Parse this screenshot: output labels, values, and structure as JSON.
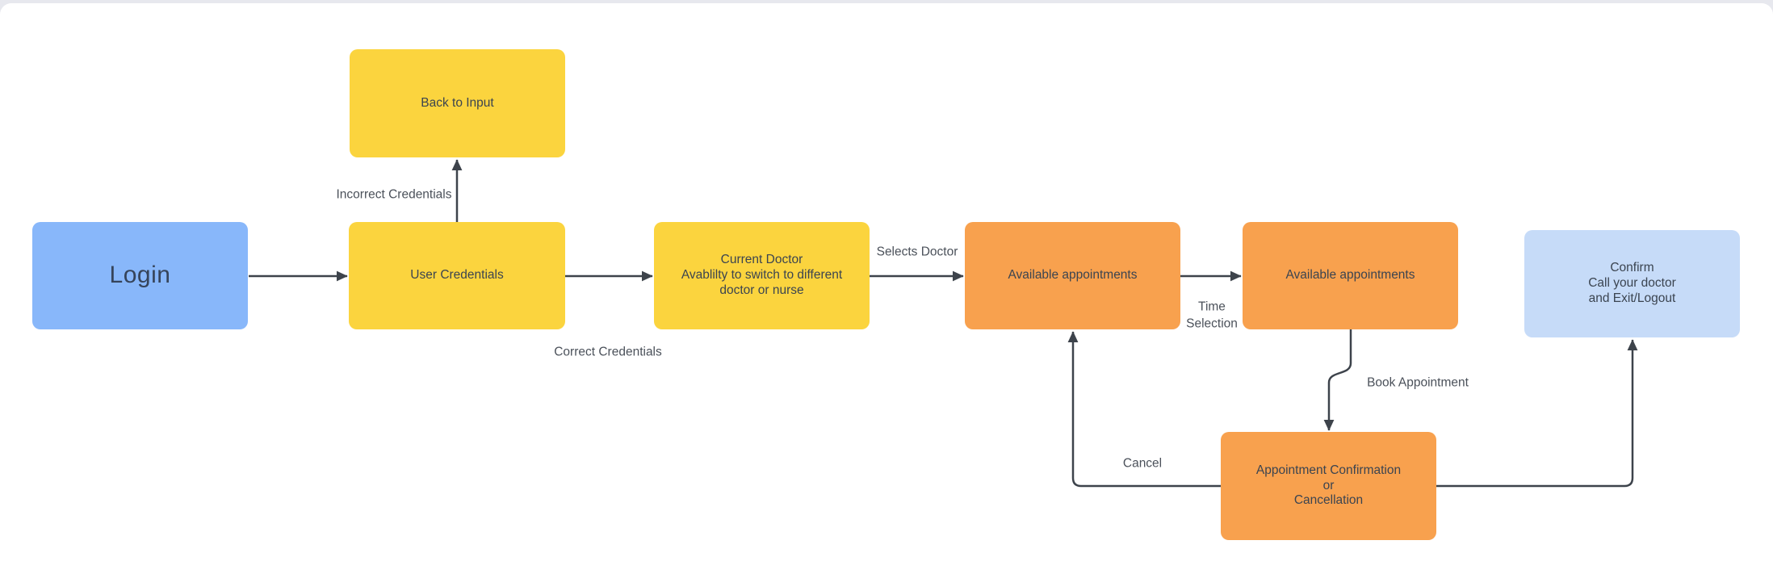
{
  "colors": {
    "page_background": "#e7e8ee",
    "canvas_background": "#ffffff",
    "node_blue": "#88b7fa",
    "node_yellow": "#fbd43e",
    "node_orange": "#f8a14e",
    "node_light_blue": "#c6dbf8",
    "node_text": "#3b4450",
    "edge_label_text": "#4b515a",
    "connector": "#3d434b"
  },
  "nodes": {
    "login": {
      "label": "Login",
      "color": "blue"
    },
    "back_to_input": {
      "label": "Back to Input",
      "color": "yellow"
    },
    "user_credentials": {
      "label": "User Credentials",
      "color": "yellow"
    },
    "current_doctor": {
      "color": "yellow",
      "lines": [
        "Current Doctor",
        "Avablilty to switch to different",
        "doctor or nurse"
      ]
    },
    "available_appointments_1": {
      "label": "Available appointments",
      "color": "orange"
    },
    "available_appointments_2": {
      "label": "Available appointments",
      "color": "orange"
    },
    "confirm": {
      "color": "light_blue",
      "lines": [
        "Confirm",
        "Call your doctor",
        "and Exit/Logout"
      ]
    },
    "appointment_confirmation": {
      "color": "orange",
      "lines": [
        "Appointment Confirmation",
        "or",
        "Cancellation"
      ]
    }
  },
  "edge_labels": {
    "incorrect_credentials": "Incorrect Credentials",
    "correct_credentials": "Correct Credentials",
    "selects_doctor": "Selects Doctor",
    "time_selection": {
      "lines": [
        "Time",
        "Selection"
      ]
    },
    "book_appointment": "Book Appointment",
    "cancel": "Cancel"
  },
  "edges": [
    {
      "from": "login",
      "to": "user_credentials",
      "label": ""
    },
    {
      "from": "user_credentials",
      "to": "back_to_input",
      "label": "Incorrect Credentials"
    },
    {
      "from": "user_credentials",
      "to": "current_doctor",
      "label": "Correct Credentials"
    },
    {
      "from": "current_doctor",
      "to": "available_appointments_1",
      "label": "Selects Doctor"
    },
    {
      "from": "available_appointments_1",
      "to": "available_appointments_2",
      "label": "Time Selection"
    },
    {
      "from": "available_appointments_2",
      "to": "appointment_confirmation",
      "label": "Book Appointment"
    },
    {
      "from": "appointment_confirmation",
      "to": "available_appointments_1",
      "label": "Cancel"
    },
    {
      "from": "appointment_confirmation",
      "to": "confirm",
      "label": ""
    }
  ]
}
